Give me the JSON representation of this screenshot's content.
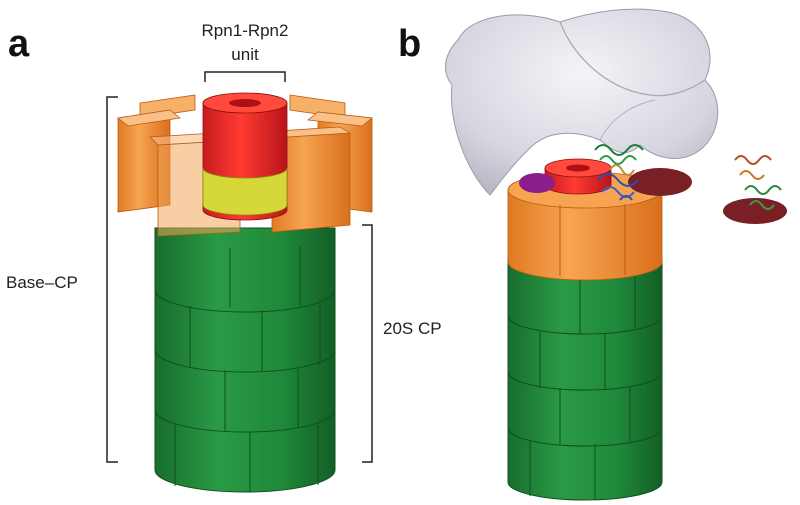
{
  "panels": {
    "a": {
      "letter": "a",
      "rpn_label_line1": "Rpn1-Rpn2",
      "rpn_label_line2": "unit",
      "base_cp_label": "Base–CP",
      "cp20s_label": "20S CP"
    },
    "b": {
      "letter": "b"
    }
  },
  "colors": {
    "cylinder_green": "#1f8a3a",
    "cylinder_green_dark": "#146a2a",
    "ring_orange": "#f08c2c",
    "ring_orange_light": "#f7b067",
    "core_red": "#e8242a",
    "core_yellow": "#d6d83a",
    "lid_gray": "#dcdce6",
    "purple_ellipse": "#8a1e8c",
    "maroon_ellipse": "#7a1f24"
  }
}
